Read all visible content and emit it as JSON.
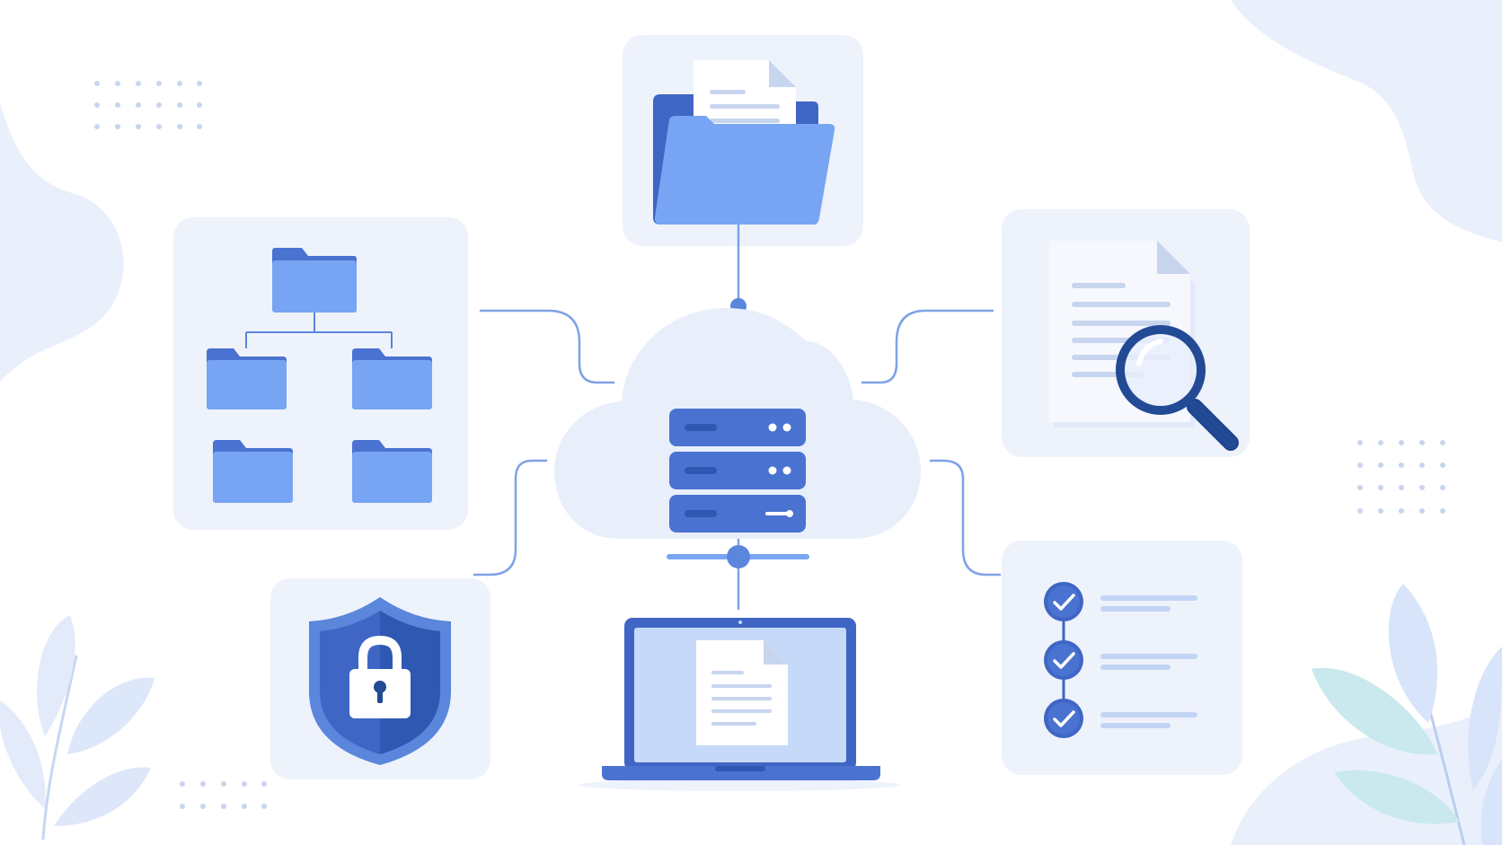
{
  "illustration": {
    "theme": "cloud file management",
    "nodes": [
      {
        "id": "hub",
        "icon": "cloud-server-icon"
      },
      {
        "id": "top",
        "icon": "folder-document-icon"
      },
      {
        "id": "left",
        "icon": "folder-hierarchy-icon"
      },
      {
        "id": "right",
        "icon": "document-search-icon"
      },
      {
        "id": "bottom-left",
        "icon": "security-shield-lock-icon"
      },
      {
        "id": "bottom",
        "icon": "laptop-document-icon"
      },
      {
        "id": "bottom-right",
        "icon": "checklist-icon"
      }
    ],
    "connections": [
      [
        "hub",
        "top"
      ],
      [
        "hub",
        "left"
      ],
      [
        "hub",
        "right"
      ],
      [
        "hub",
        "bottom-left"
      ],
      [
        "hub",
        "bottom"
      ],
      [
        "hub",
        "bottom-right"
      ]
    ],
    "colors": {
      "primary": "#4a72d0",
      "light_blue": "#78a6f4",
      "dark_blue": "#234a94",
      "card_bg": "#eef2fb",
      "background_blob": "#e9effb",
      "line": "#7ea2e6",
      "leaf_teal": "#c9e9ef"
    }
  }
}
